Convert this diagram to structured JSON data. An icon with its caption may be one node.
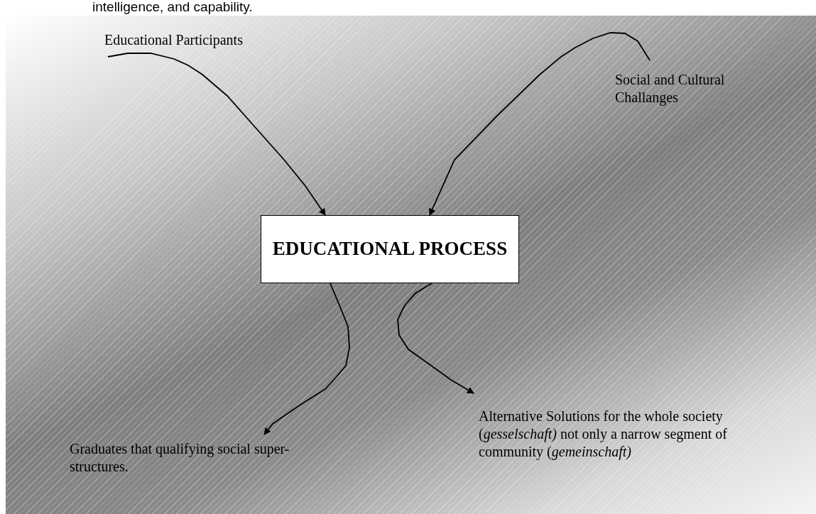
{
  "diagram": {
    "nodes": [
      {
        "text": [
          "Educational Participants"
        ]
      },
      {
        "text": [
          "Social and Cultural Challanges"
        ]
      },
      {
        "text": [
          "EDUCATIONAL PROCESS"
        ]
      },
      {
        "text": [
          "Graduates that qualifying social super-structures."
        ]
      },
      {
        "text": [
          "Alternative Solutions for the whole society (*gesselschaft)* not only a narrow segment of community (*gemeinschaft)*"
        ]
      }
    ],
    "edges": [
      {
        "from": 0,
        "to": 2,
        "arrow": "to"
      },
      {
        "from": 1,
        "to": 2,
        "arrow": "to"
      },
      {
        "from": 2,
        "to": 3,
        "arrow": "to"
      },
      {
        "from": 2,
        "to": 4,
        "arrow": "to"
      }
    ],
    "labels": [
      "intelligence, and capability."
    ]
  }
}
